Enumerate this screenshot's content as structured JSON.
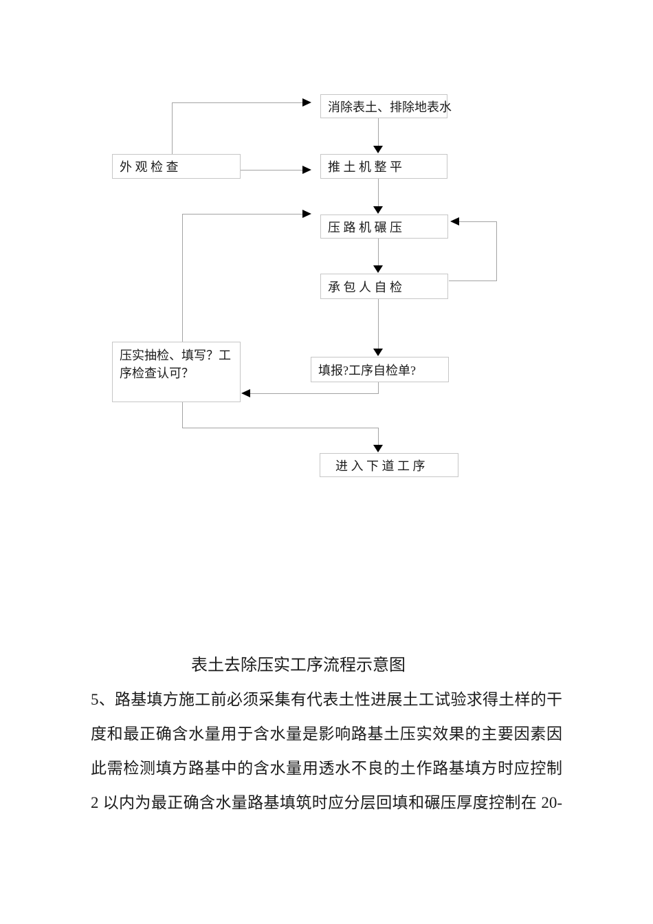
{
  "document": {
    "flowchart": {
      "boxes": {
        "clear_topsoil": "消除表土、排除地表水",
        "appearance_check": "外 观 检 查",
        "bulldozer_leveling": "推 土 机 整 平",
        "roller_compaction": "压 路 机 碾 压",
        "contractor_self_check": "承 包 人 自 检",
        "compaction_sampling": "压实抽检、填写？工序检查认可？",
        "fill_self_check_form": "填报?工序自检单?",
        "next_process": "进 入 下 道 工 序"
      }
    },
    "caption": "表土去除压实工序流程示意图",
    "paragraph_lines": [
      "5、路基填方施工前必须采集有代表土性进展土工试验求得土样的干",
      "度和最正确含水量用于含水量是影响路基土压实效果的主要因素因",
      "此需检测填方路基中的含水量用透水不良的土作路基填方时应控制",
      "2 以内为最正确含水量路基填筑时应分层回填和碾压厚度控制在 20-"
    ]
  },
  "colors": {
    "background": "#ffffff",
    "box_border": "#c6c6c6",
    "connector_line": "#a3a3a3",
    "arrowhead": "#000000",
    "text": "#1b1b1b"
  }
}
